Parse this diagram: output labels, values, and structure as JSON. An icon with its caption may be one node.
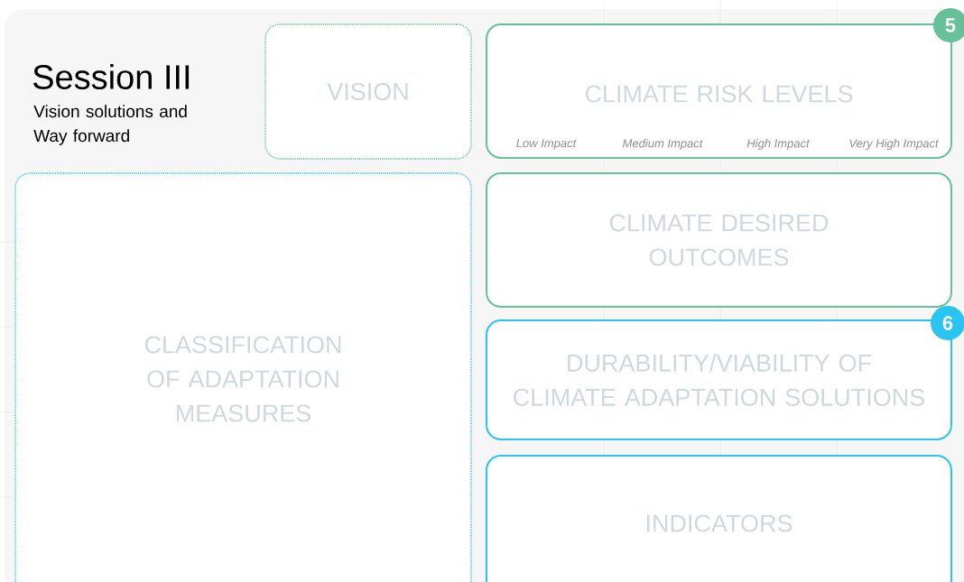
{
  "diagram": {
    "title": "Session III",
    "nodes": [
      {
        "text": [
          "VISION"
        ]
      },
      {
        "text": [
          "5"
        ]
      },
      {
        "text": [
          "CLIMATE RISK LEVELS",
          "Low Impact",
          "Medium Impact",
          "High Impact",
          "Very High Impact"
        ]
      },
      {
        "text": [
          "CLIMATE DESIRED OUTCOMES"
        ]
      },
      {
        "text": [
          "6"
        ]
      },
      {
        "text": [
          "DURABILITY/VIABILITY OF CLIMATE ADAPTATION SOLUTIONS"
        ]
      },
      {
        "text": [
          "INDICATORS"
        ]
      },
      {
        "text": [
          "CLASSIFICATION OF ADAPTATION MEASURES"
        ]
      }
    ],
    "labels": [
      "Vision solutions and Way forward"
    ]
  }
}
